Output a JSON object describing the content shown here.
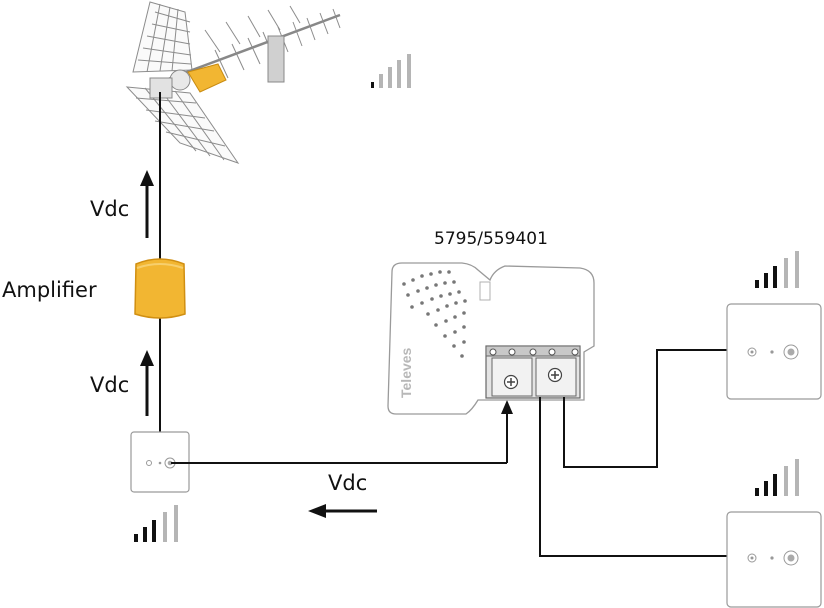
{
  "labels": {
    "vdc_top": "Vdc",
    "amplifier": "Amplifier",
    "vdc_mid": "Vdc",
    "vdc_bottom": "Vdc",
    "model": "5795/559401",
    "brand": "Televes"
  },
  "colors": {
    "line": "#111111",
    "amplifier": "#f2b632",
    "outline": "#9a9a9a",
    "signal_dark": "#111111",
    "signal_light": "#b5b5b5"
  },
  "icons": [
    "antenna-icon",
    "amplifier-icon",
    "power-supply-icon",
    "wall-socket-icon",
    "signal-strength-icon",
    "arrow-up-icon",
    "arrow-left-icon"
  ]
}
